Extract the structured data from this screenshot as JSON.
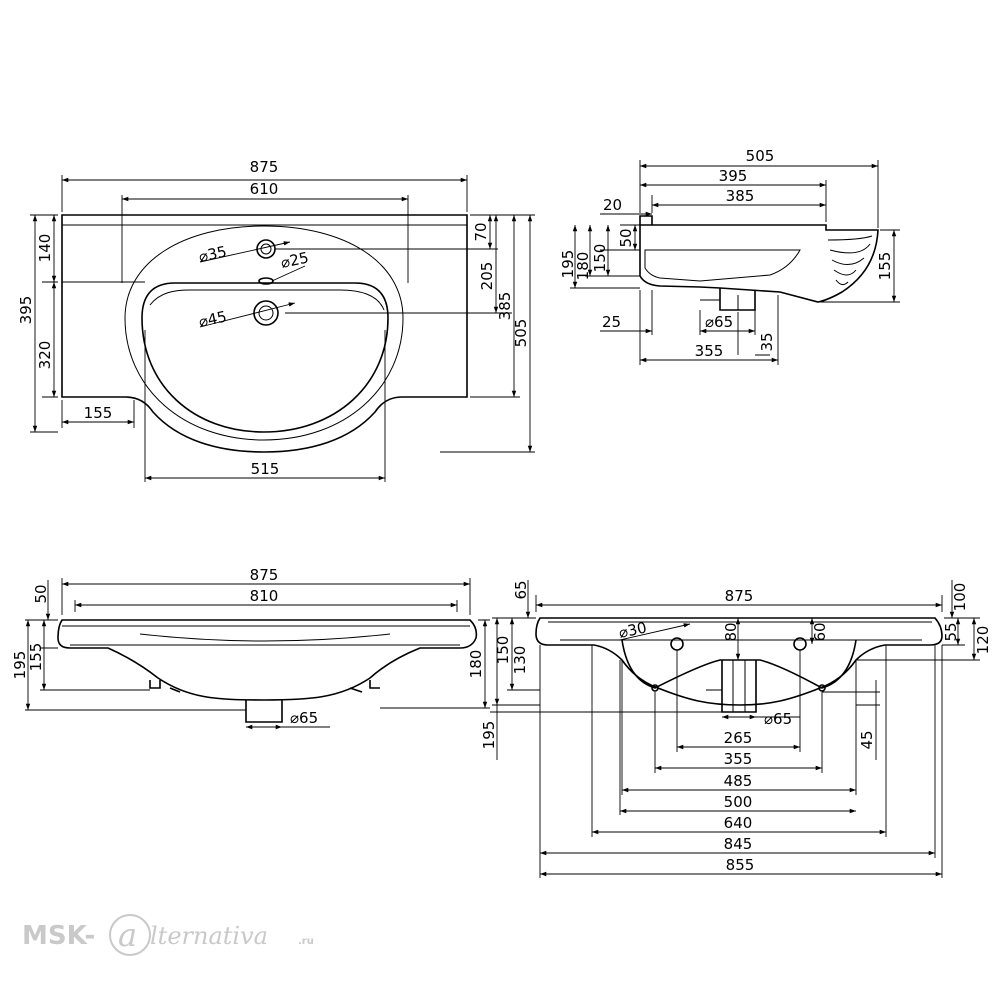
{
  "top_view": {
    "dims": {
      "overall_width": "875",
      "bowl_rim_width": "610",
      "overall_depth": "395",
      "rear_to_tap": "140",
      "front_depth": "320",
      "side_wing": "155",
      "bowl_width": "515",
      "tap_hole": "⌀35",
      "overflow": "⌀25",
      "drain": "⌀45",
      "tap_offset": "70",
      "drain_offset": "205",
      "bowl_depth": "385",
      "full_depth": "505"
    }
  },
  "side_view": {
    "dims": {
      "total_depth": "505",
      "depth_395": "395",
      "depth_385": "385",
      "lip": "20",
      "rim": "50",
      "height_195": "195",
      "height_180": "180",
      "height_150": "150",
      "height_155": "155",
      "drain_offset": "25",
      "drain": "⌀65",
      "drain_height": "35",
      "base": "355"
    }
  },
  "front_view": {
    "dims": {
      "overall_width": "875",
      "inner_width": "810",
      "rim": "50",
      "height_195": "195",
      "height_155": "155",
      "height_180": "180",
      "drain": "⌀65"
    }
  },
  "section_view": {
    "dims": {
      "overall_width": "875",
      "top_65": "65",
      "top_100": "100",
      "right_55": "55",
      "right_120": "120",
      "left_150": "150",
      "left_130": "130",
      "left_195": "195",
      "mount_hole": "⌀30",
      "center_80": "80",
      "center_60": "60",
      "drain": "⌀65",
      "drop_45": "45",
      "w265": "265",
      "w355": "355",
      "w485": "485",
      "w500": "500",
      "w640": "640",
      "w845": "845",
      "w855": "855"
    }
  },
  "watermark": {
    "text": "MSK-",
    "script": "lternativa",
    "suffix": ".ru"
  }
}
